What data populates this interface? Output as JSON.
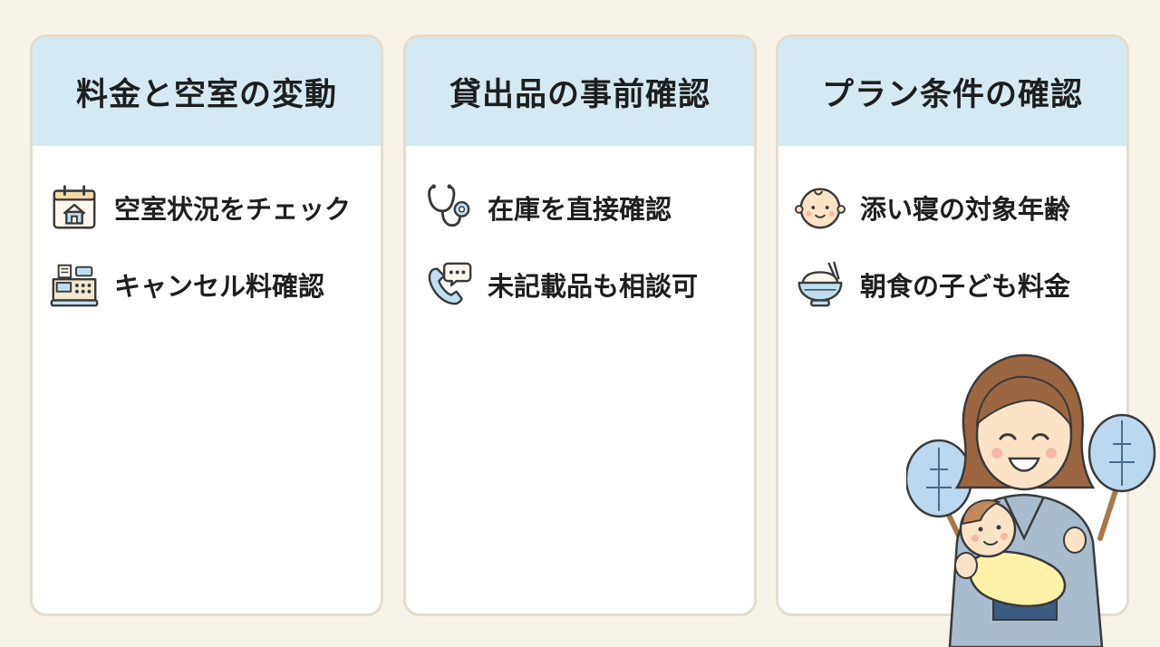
{
  "cards": [
    {
      "title": "料金と空室の変動",
      "items": [
        {
          "label": "空室状況をチェック",
          "icon": "calendar-house-icon"
        },
        {
          "label": "キャンセル料確認",
          "icon": "cash-register-icon"
        }
      ]
    },
    {
      "title": "貸出品の事前確認",
      "items": [
        {
          "label": "在庫を直接確認",
          "icon": "stethoscope-icon"
        },
        {
          "label": "未記載品も相談可",
          "icon": "phone-chat-icon"
        }
      ]
    },
    {
      "title": "プラン条件の確認",
      "items": [
        {
          "label": "添い寝の対象年齢",
          "icon": "baby-face-icon"
        },
        {
          "label": "朝食の子ども料金",
          "icon": "rice-bowl-icon"
        }
      ]
    }
  ],
  "colors": {
    "background": "#f8f3e8",
    "header": "#d5e9f3",
    "card_border": "#e4dccd"
  }
}
